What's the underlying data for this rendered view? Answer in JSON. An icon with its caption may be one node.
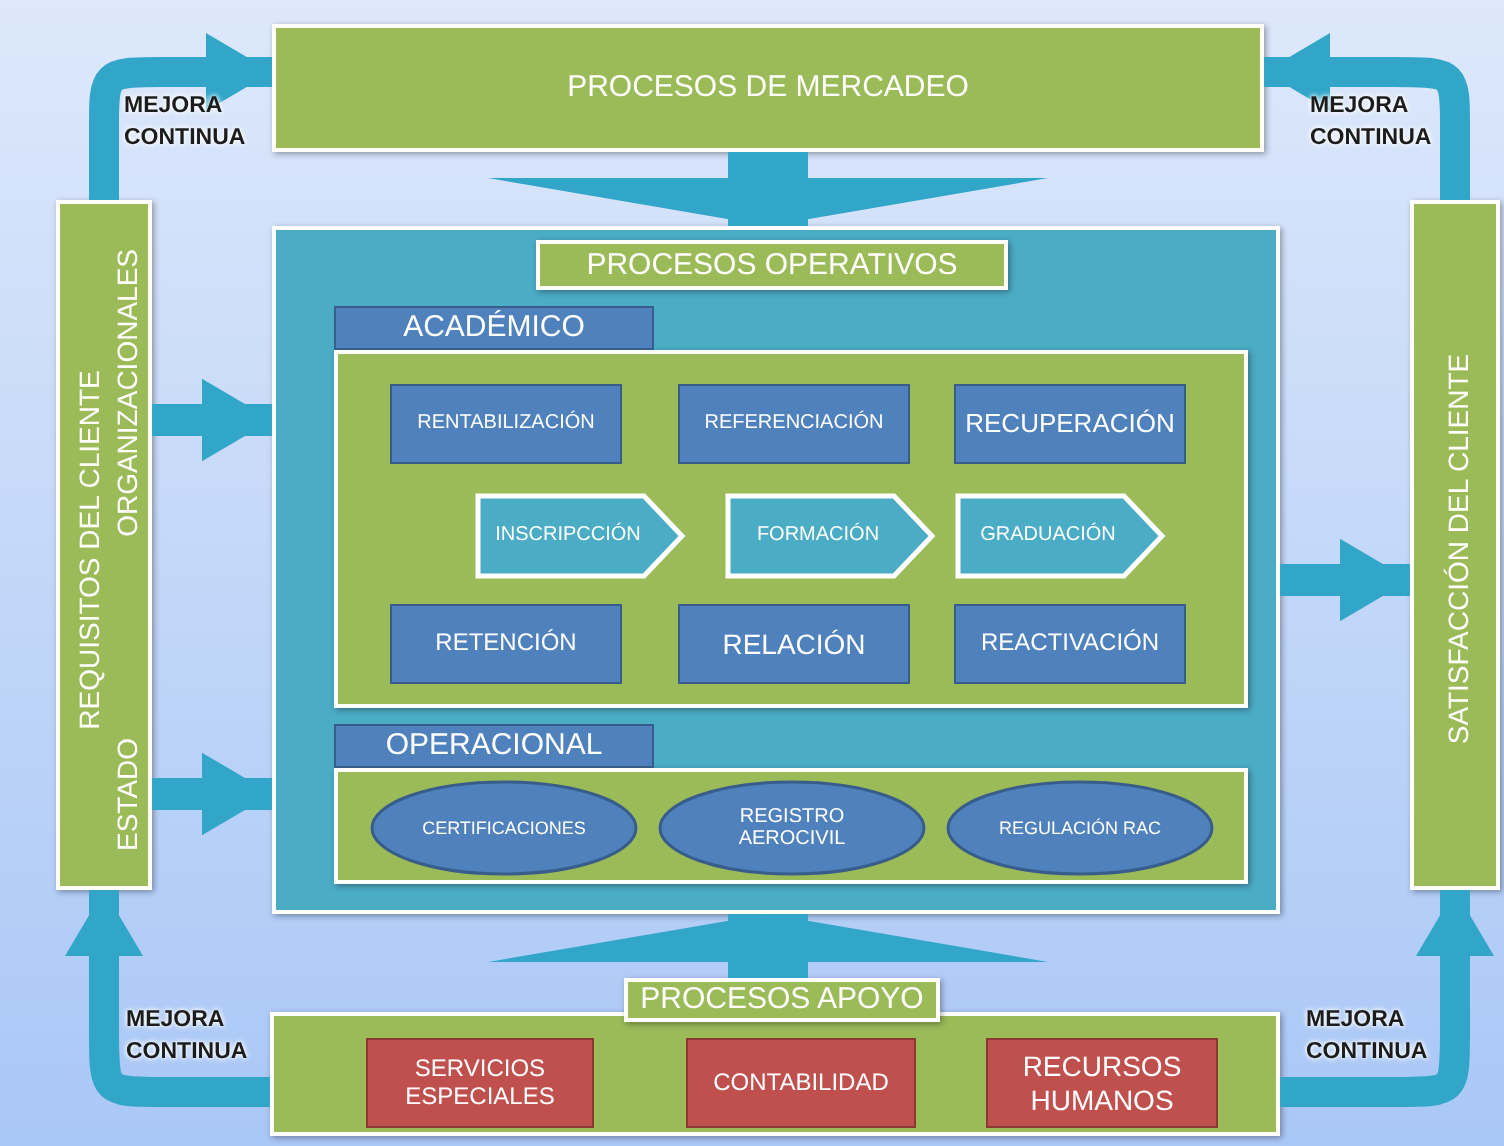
{
  "diagram": {
    "nodes": [
      {
        "text": [
          "PROCESOS DE MERCADEO"
        ]
      },
      {
        "text": [
          "PROCESOS OPERATIVOS"
        ]
      },
      {
        "text": [
          "ACADÉMICO"
        ],
        "in": 1
      },
      {
        "text": [
          "RENTABILIZACIÓN"
        ],
        "in": 2
      },
      {
        "text": [
          "REFERENCIACIÓN"
        ],
        "in": 2
      },
      {
        "text": [
          "RECUPERACIÓN"
        ],
        "in": 2
      },
      {
        "text": [
          "INSCRIPCCIÓN"
        ],
        "in": 2
      },
      {
        "text": [
          "FORMACIÓN"
        ],
        "in": 2
      },
      {
        "text": [
          "GRADUACIÓN"
        ],
        "in": 2
      },
      {
        "text": [
          "RETENCIÓN"
        ],
        "in": 2
      },
      {
        "text": [
          "RELACIÓN"
        ],
        "in": 2
      },
      {
        "text": [
          "REACTIVACIÓN"
        ],
        "in": 2
      },
      {
        "text": [
          "OPERACIONAL"
        ],
        "in": 1
      },
      {
        "text": [
          "CERTIFICACIONES"
        ],
        "in": 12
      },
      {
        "text": [
          "REGISTRO AEROCIVIL"
        ],
        "in": 12
      },
      {
        "text": [
          "REGULACIÓN RAC"
        ],
        "in": 12
      },
      {
        "text": [
          "PROCESOS APOYO"
        ]
      },
      {
        "text": [
          "SERVICIOS ESPECIALES"
        ],
        "in": 16
      },
      {
        "text": [
          "CONTABILIDAD"
        ],
        "in": 16
      },
      {
        "text": [
          "RECURSOS HUMANOS"
        ],
        "in": 16
      },
      {
        "text": [
          "REQUISITOS DEL CLIENTE",
          "ESTADO ORGANIZACIONALES"
        ]
      },
      {
        "text": [
          "SATISFACCIÓN DEL CLIENTE"
        ]
      }
    ],
    "edges": [
      {
        "from": 0,
        "to": 1,
        "arrow": "to",
        "style": "thick"
      },
      {
        "from": 20,
        "to": 1,
        "arrow": "to"
      },
      {
        "from": 20,
        "to": 1,
        "arrow": "to"
      },
      {
        "from": 1,
        "to": 21,
        "arrow": "to"
      },
      {
        "from": 16,
        "to": 1,
        "arrow": "to",
        "style": "thick"
      },
      {
        "from": 20,
        "to": 0,
        "arrow": "to",
        "label": "MEJORA CONTINUA"
      },
      {
        "from": 21,
        "to": 0,
        "arrow": "to",
        "label": "MEJORA CONTINUA"
      },
      {
        "from": 16,
        "to": 20,
        "arrow": "to",
        "label": "MEJORA CONTINUA"
      },
      {
        "from": 16,
        "to": 21,
        "arrow": "to",
        "label": "MEJORA CONTINUA"
      }
    ]
  }
}
